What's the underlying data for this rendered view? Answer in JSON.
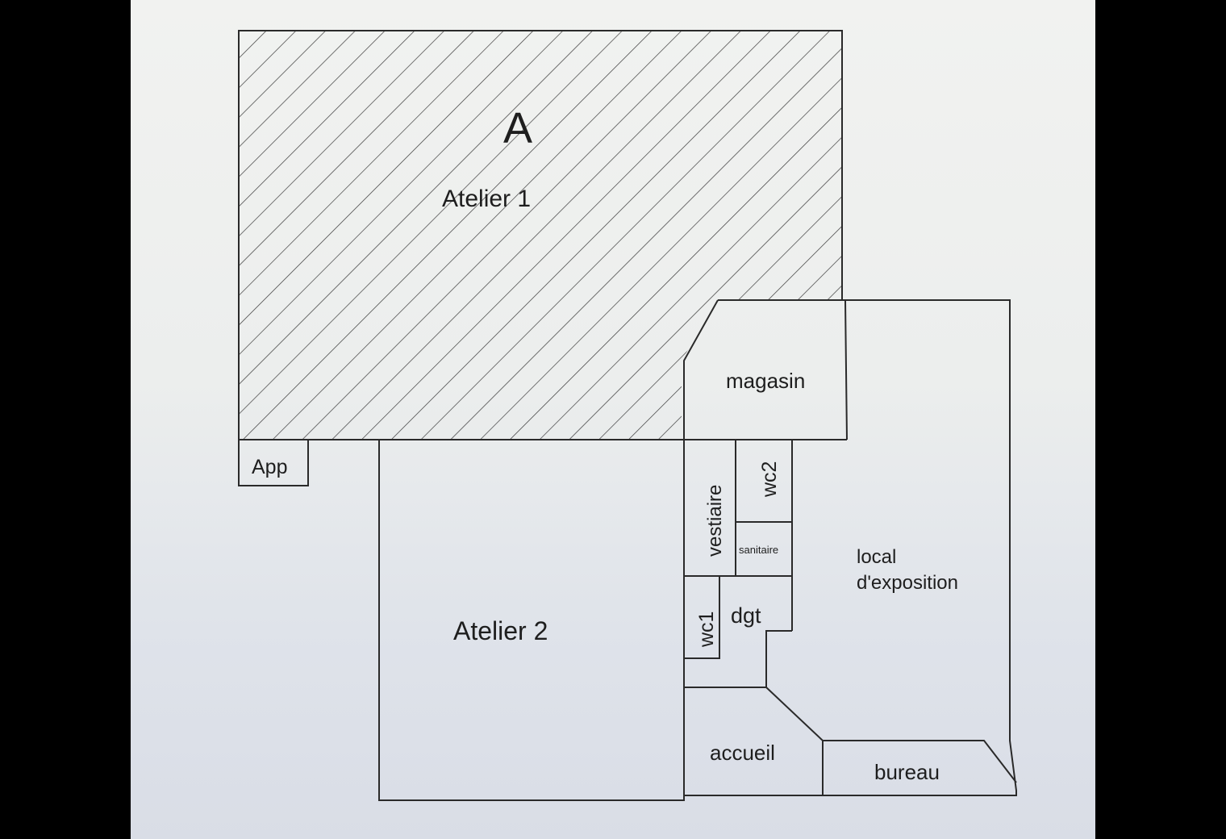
{
  "plan": {
    "zone_letter": "A",
    "rooms": {
      "atelier1": "Atelier 1",
      "atelier2": "Atelier 2",
      "app": "App",
      "magasin": "magasin",
      "vestiaire": "vestiaire",
      "wc2": "wc2",
      "sanitaire": "sanitaire",
      "local_line1": "local",
      "local_line2": "d'exposition",
      "wc1": "wc1",
      "dgt": "dgt",
      "accueil": "accueil",
      "bureau": "bureau"
    }
  },
  "colors": {
    "line": "#2a2a2a",
    "hatch": "#3a3a3a",
    "background_frame": "#000000",
    "paper": "#eceeed"
  }
}
